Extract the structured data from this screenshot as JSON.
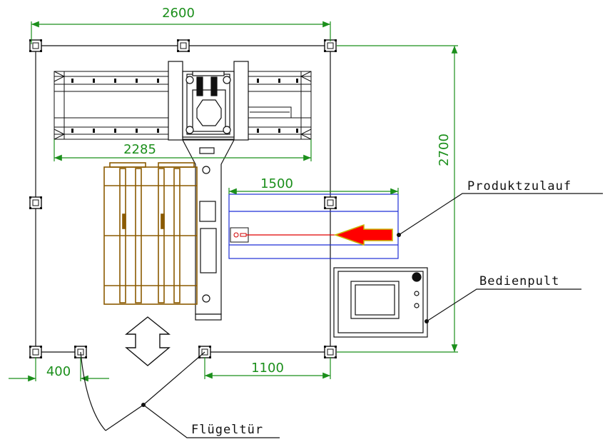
{
  "dimensions": {
    "width_total": "2600",
    "height_total": "2700",
    "gantry_width": "2285",
    "conveyor_length": "1500",
    "door_offset": "400",
    "door_width": "1100"
  },
  "labels": {
    "infeed": "Produktzulauf",
    "control_panel": "Bedienpult",
    "wing_door": "Flügeltür"
  },
  "colors": {
    "dimension": "#1b8f1b",
    "outline": "#111111",
    "pallet": "#8b5a00",
    "conveyor": "#1f2fd6",
    "arrow_fill": "#ff0000",
    "arrow_edge": "#c8b400"
  }
}
